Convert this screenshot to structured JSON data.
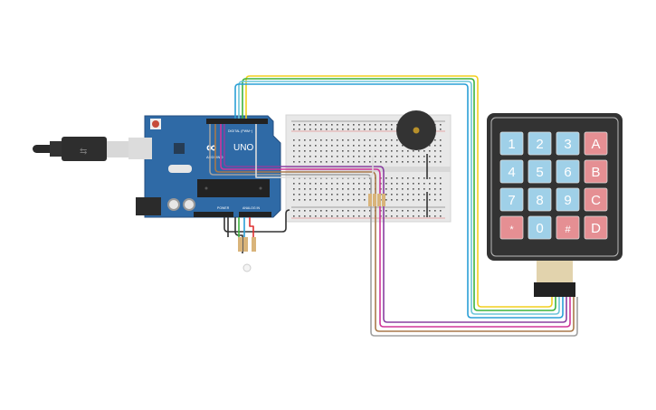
{
  "board": {
    "logo_text": "UNO",
    "brand_text": "ARDUINO",
    "digital_label": "DIGITAL (PWM~)",
    "power_label": "POWER",
    "analog_label": "ANALOG IN"
  },
  "keypad": {
    "keys": [
      {
        "label": "1",
        "type": "digit"
      },
      {
        "label": "2",
        "type": "digit"
      },
      {
        "label": "3",
        "type": "digit"
      },
      {
        "label": "A",
        "type": "letter"
      },
      {
        "label": "4",
        "type": "digit"
      },
      {
        "label": "5",
        "type": "digit"
      },
      {
        "label": "6",
        "type": "digit"
      },
      {
        "label": "B",
        "type": "letter"
      },
      {
        "label": "7",
        "type": "digit"
      },
      {
        "label": "8",
        "type": "digit"
      },
      {
        "label": "9",
        "type": "digit"
      },
      {
        "label": "C",
        "type": "letter"
      },
      {
        "label": "*",
        "type": "letter"
      },
      {
        "label": "0",
        "type": "digit"
      },
      {
        "label": "#",
        "type": "letter"
      },
      {
        "label": "D",
        "type": "letter"
      }
    ]
  },
  "colors": {
    "board": "#2f6aa6",
    "key_digit": "#9fd0e8",
    "key_letter": "#e58f93",
    "keypad_body": "#333333",
    "breadboard": "#e8e8e8",
    "buzzer": "#333333",
    "wire_yellow": "#f2cf1f",
    "wire_green": "#3db33d",
    "wire_lightblue": "#6cc5d9",
    "wire_blue": "#2a9fd6",
    "wire_purple": "#8a3fa0",
    "wire_magenta": "#d0359a",
    "wire_brown": "#a9784a",
    "wire_gray": "#a0a0a0",
    "wire_black": "#333333",
    "wire_red": "#e03030"
  }
}
